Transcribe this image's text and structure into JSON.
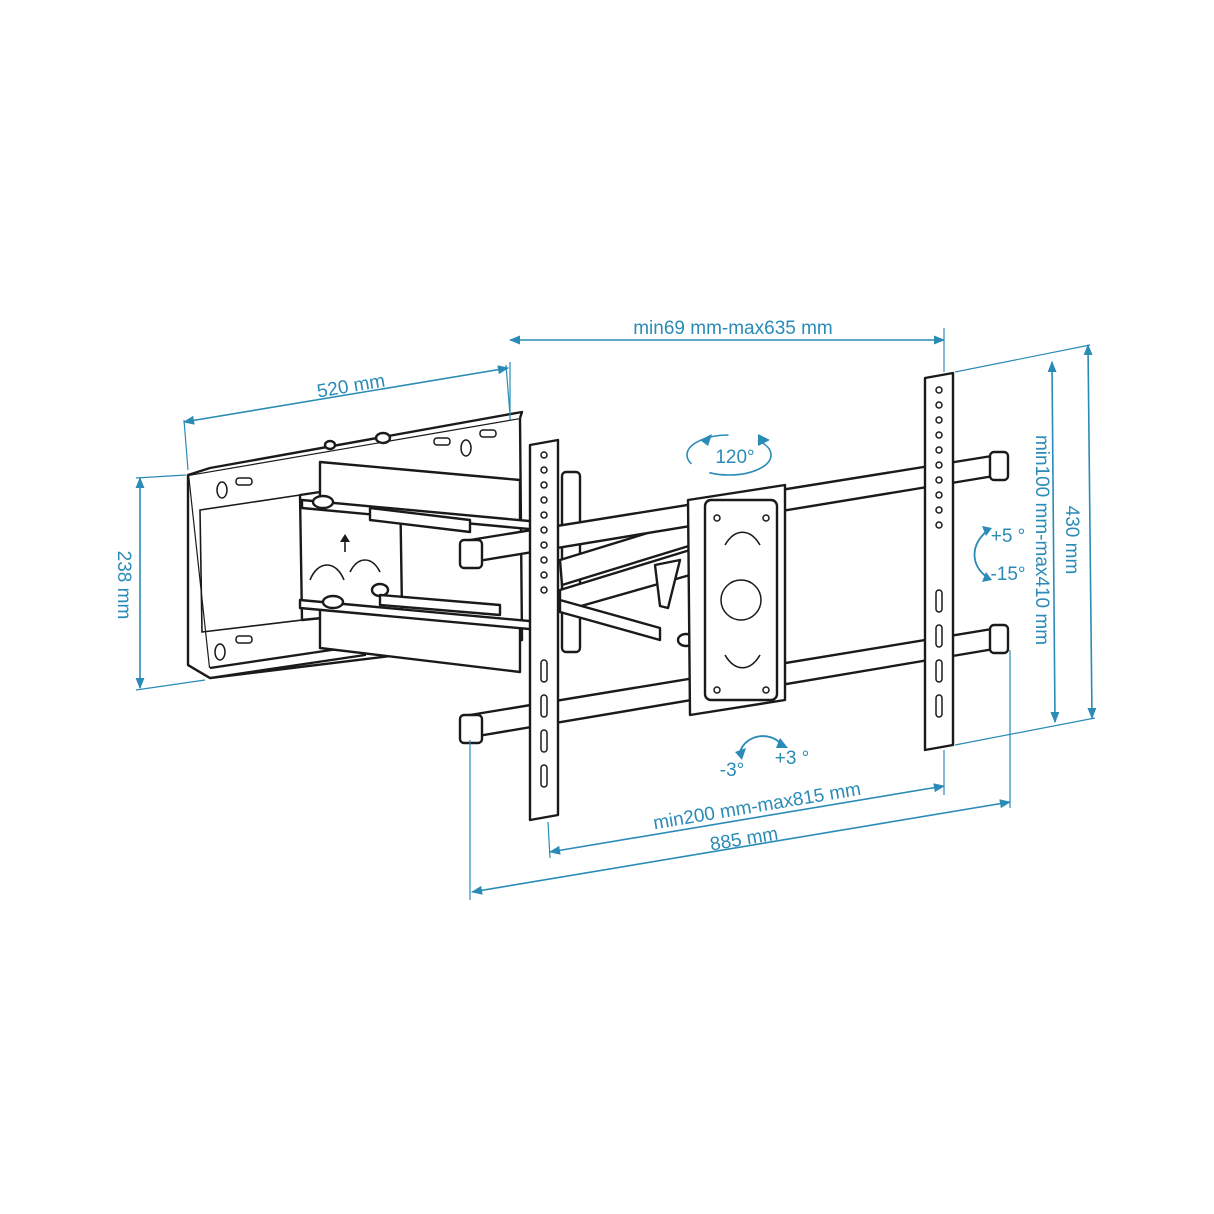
{
  "colors": {
    "dimension": "#2a8bb6",
    "drawing": "#1a1a1a",
    "background": "#ffffff"
  },
  "dimensions": {
    "width_wall_plate": "520 mm",
    "height_wall_plate": "238 mm",
    "extension": "min69 mm-max635 mm",
    "vesa_vertical": "min100 mm-max410 mm",
    "total_height": "430 mm",
    "vesa_horizontal": "min200 mm-max815 mm",
    "total_width": "885 mm"
  },
  "angles": {
    "swivel": "120°",
    "tilt_up": "+5 °",
    "tilt_down": "-15°",
    "level_minus": "-3°",
    "level_plus": "+3 °"
  },
  "icons": {
    "swivel": "rotate-arrows-icon",
    "tilt": "tilt-arc-icon",
    "level": "level-arc-icon",
    "up_arrow": "up-arrow-icon"
  }
}
